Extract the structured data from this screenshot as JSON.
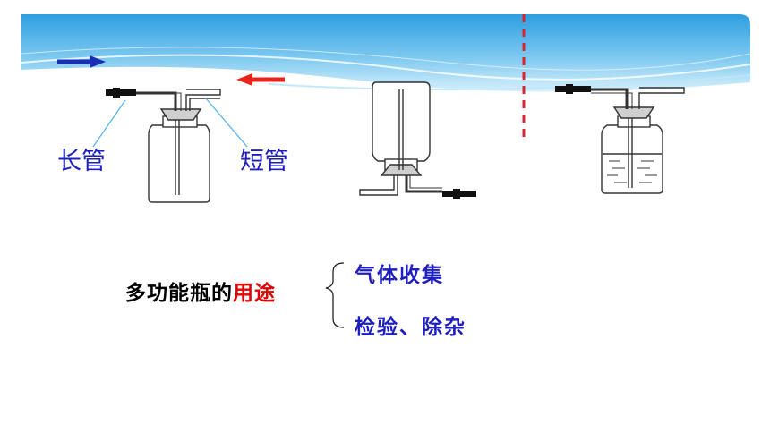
{
  "labels": {
    "long_tube": "长管",
    "short_tube": "短管"
  },
  "uses": {
    "title_prefix": "多功能瓶的",
    "title_highlight": "用途",
    "items": [
      "气体收集",
      "检验、除杂"
    ]
  },
  "colors": {
    "label_blue": "#1f1fbf",
    "highlight_red": "#e00000",
    "arrow_blue": "#1a2fb5",
    "arrow_red": "#e8241c",
    "divider_red": "#d9262b",
    "banner_sky": "#4fb3e8"
  },
  "icons": {
    "arrow_right": "arrow-right-icon",
    "arrow_left": "arrow-left-icon"
  }
}
